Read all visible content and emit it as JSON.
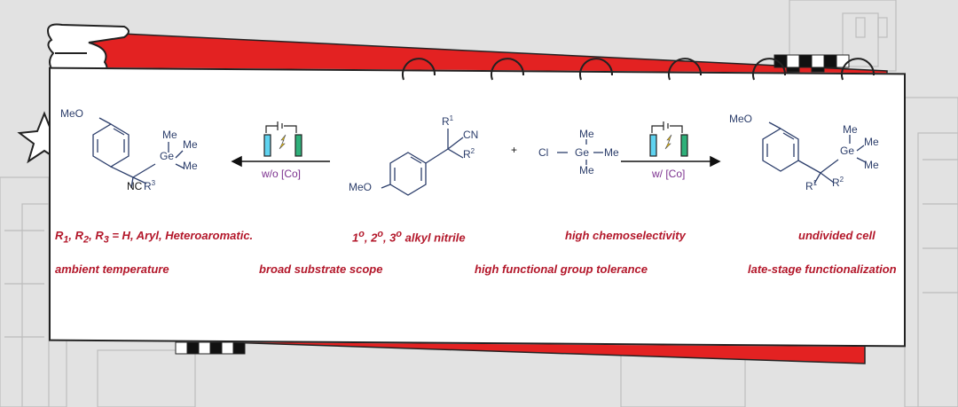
{
  "colors": {
    "accent_red": "#e32222",
    "note_red": "#b3172a",
    "condition_purple": "#7b2f8e",
    "electrode_blue": "#5fd3f0",
    "electrode_green": "#2fb07a",
    "bond_blue": "#2c3e6b"
  },
  "left_product": {
    "methoxy": "MeO",
    "germyl_top_me": "Me",
    "germyl_right_me": "Me",
    "germyl_lower_me": "Me",
    "germanium": "Ge",
    "nitrile": "NC",
    "substituent": "R",
    "substituent_sup": "3"
  },
  "left_arrow": {
    "condition": "w/o [Co]"
  },
  "substrate": {
    "methoxy": "MeO",
    "r1": "R",
    "r1_sup": "1",
    "r2": "R",
    "r2_sup": "2",
    "nitrile": "CN"
  },
  "plus": "+",
  "reagent": {
    "chloride": "Cl",
    "germanium": "Ge",
    "me_top": "Me",
    "me_right": "Me",
    "me_bottom": "Me"
  },
  "right_arrow": {
    "condition": "w/ [Co]"
  },
  "right_product": {
    "methoxy": "MeO",
    "germanium": "Ge",
    "me_top": "Me",
    "me_right": "Me",
    "me_lower": "Me",
    "r1": "R",
    "r1_sup": "1",
    "r2": "R",
    "r2_sup": "2"
  },
  "features_row1": {
    "scope": {
      "r1": "R",
      "s1": "1",
      "sep1": ", ",
      "r2": "R",
      "s2": "2",
      "sep2": ", ",
      "r3": "R",
      "s3": "3",
      "rest": " = H, Aryl, Heteroaromatic."
    },
    "nitrile": {
      "a": "1",
      "sa": "o",
      "sep1": ", 2",
      "sb": "o",
      "sep2": ", 3",
      "sc": "o",
      "rest": " alkyl nitrile"
    },
    "chemoselectivity": "high chemoselectivity",
    "cell": "undivided cell"
  },
  "features_row2": {
    "temperature": "ambient temperature",
    "substrate_scope": "broad substrate scope",
    "tolerance": "high functional group tolerance",
    "late_stage": "late-stage functionalization"
  }
}
